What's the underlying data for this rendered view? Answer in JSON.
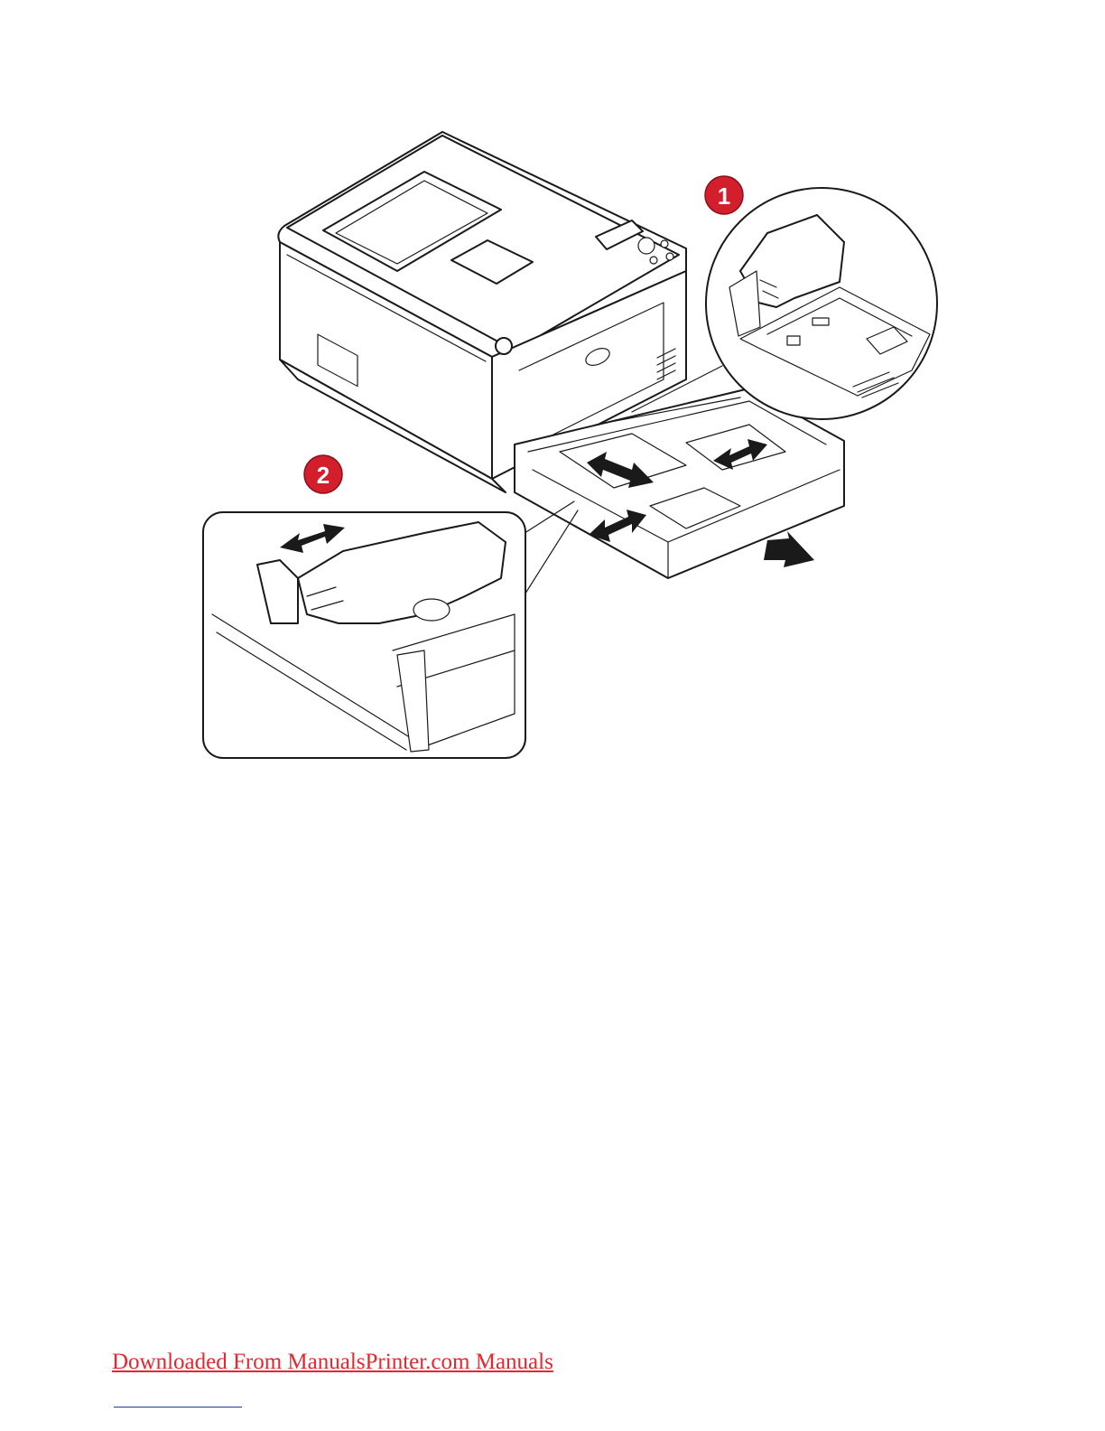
{
  "figure": {
    "callouts": [
      {
        "number": "1"
      },
      {
        "number": "2"
      }
    ]
  },
  "footer": {
    "link_text": "Downloaded From ManualsPrinter.com Manuals"
  },
  "colors": {
    "callout_badge": "#d21f2b",
    "footer_link": "#e8262d",
    "footer_rule": "#1f3aa0"
  }
}
